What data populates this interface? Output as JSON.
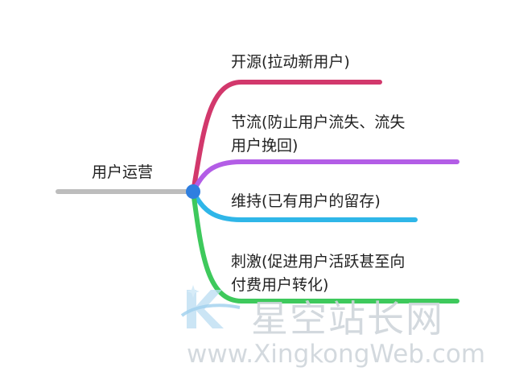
{
  "root": {
    "label": "用户运营"
  },
  "branches": [
    {
      "id": "acquire",
      "lines": [
        "开源(拉动新用户)"
      ],
      "color": "#d2386c"
    },
    {
      "id": "retain",
      "lines": [
        "节流(防止用户流失、流失",
        "用户挽回)"
      ],
      "color": "#b35de6"
    },
    {
      "id": "maintain",
      "lines": [
        "维持(已有用户的留存)"
      ],
      "color": "#2fb6e8"
    },
    {
      "id": "stimulate",
      "lines": [
        "刺激(促进用户活跃甚至向",
        "付费用户转化)"
      ],
      "color": "#3ec95c"
    }
  ],
  "root_line_color": "#bdbdbd",
  "hub_color": "#2f7fe0",
  "watermark": {
    "cn": "星空站长网",
    "url": "www.XingkongWeb.com"
  }
}
